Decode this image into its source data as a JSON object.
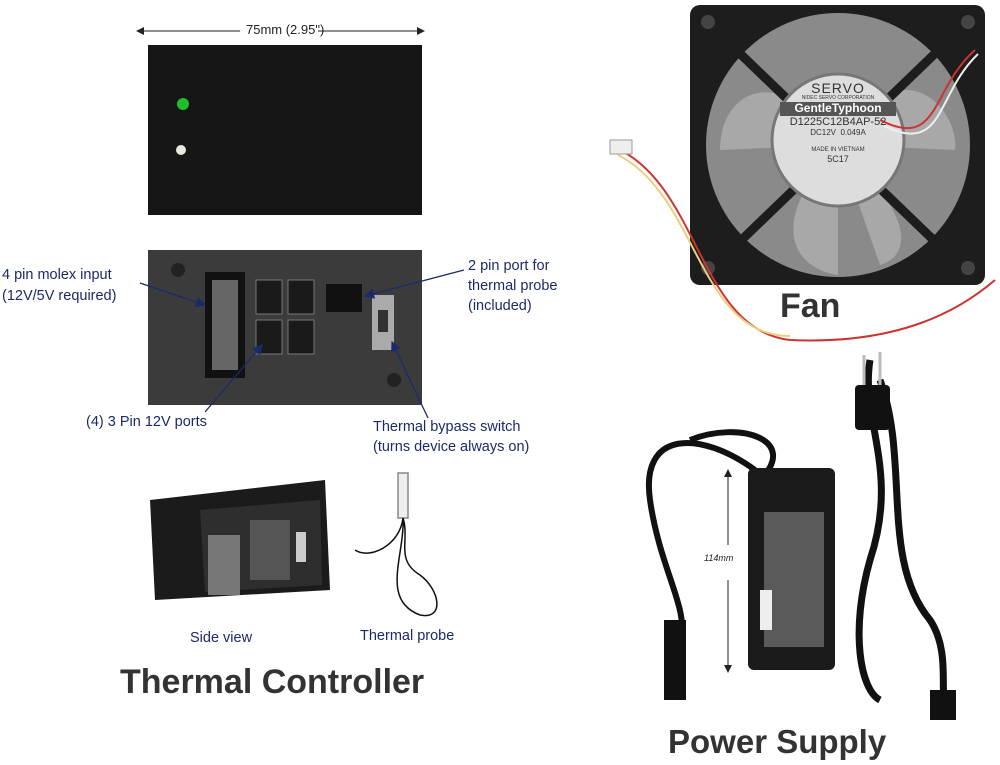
{
  "thermal_controller": {
    "title": "Thermal Controller",
    "width_dimension": "75mm (2.95\")",
    "labels": {
      "molex_line1": "4 pin molex input",
      "molex_line2": "(12V/5V required)",
      "probe_port_line1": "2 pin port for",
      "probe_port_line2": "thermal probe",
      "probe_port_line3": "(included)",
      "ports": "(4) 3 Pin 12V ports",
      "switch_line1": "Thermal bypass switch",
      "switch_line2": "(turns device always on)",
      "side_view": "Side view",
      "thermal_probe": "Thermal probe"
    }
  },
  "fan": {
    "title": "Fan",
    "hub_label": {
      "brand": "SERVO",
      "maker": "NIDEC SERVO CORPORATION",
      "model_name": "GentleTyphoon",
      "model": "D1225C12B4AP-52",
      "voltage": "DC12V",
      "current": "0.049A",
      "origin": "MADE IN VIETNAM",
      "code": "5C17"
    }
  },
  "power_supply": {
    "title": "Power Supply",
    "length_dimension": "114mm"
  },
  "colors": {
    "label_text": "#1c2a6b",
    "title_text": "#333333",
    "led_green": "#1fbf2a"
  }
}
